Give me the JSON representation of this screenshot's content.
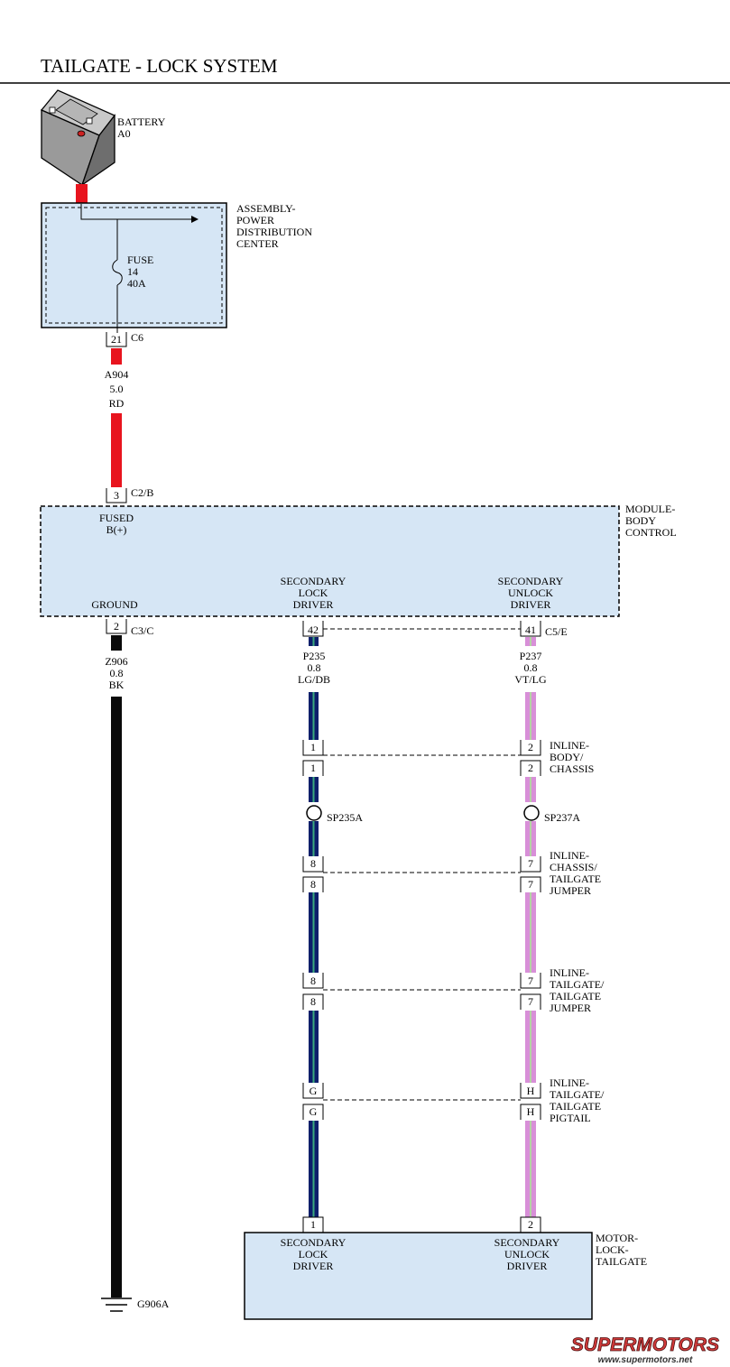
{
  "title": "TAILGATE - LOCK SYSTEM",
  "colors": {
    "box_fill": "#d6e6f5",
    "red_wire": "#e8141e",
    "black_wire": "#0a0a0a",
    "lgdb_dark": "#0d1f6b",
    "lgdb_light": "#3aa87e",
    "vtlg_violet": "#d88fd8",
    "vtlg_green": "#b4d2a4"
  },
  "battery": {
    "label1": "BATTERY",
    "label2": "A0"
  },
  "pdc": {
    "label": [
      "ASSEMBLY-",
      "POWER",
      "DISTRIBUTION",
      "CENTER"
    ],
    "fuse_label": [
      "FUSE",
      "14",
      "40A"
    ],
    "pin": "21",
    "connector": "C6"
  },
  "wire_a904": [
    "A904",
    "5.0",
    "RD"
  ],
  "bcm": {
    "in_pin": "3",
    "in_connector": "C2/B",
    "label": [
      "MODULE-",
      "BODY",
      "CONTROL"
    ],
    "fused_label": [
      "FUSED",
      "B(+)"
    ],
    "ground_label": "GROUND",
    "lock_label": [
      "SECONDARY",
      "LOCK",
      "DRIVER"
    ],
    "unlock_label": [
      "SECONDARY",
      "UNLOCK",
      "DRIVER"
    ],
    "ground_pin": "2",
    "ground_connector": "C3/C",
    "lock_pin": "42",
    "unlock_pin": "41",
    "c5_connector": "C5/E"
  },
  "wire_z906": [
    "Z906",
    "0.8",
    "BK"
  ],
  "wire_p235": [
    "P235",
    "0.8",
    "LG/DB"
  ],
  "wire_p237": [
    "P237",
    "0.8",
    "VT/LG"
  ],
  "inline1": {
    "left": "1",
    "right": "2",
    "label": [
      "INLINE-",
      "BODY/",
      "CHASSIS"
    ]
  },
  "splices": {
    "left": "SP235A",
    "right": "SP237A"
  },
  "inline2": {
    "left": "8",
    "right": "7",
    "label": [
      "INLINE-",
      "CHASSIS/",
      "TAILGATE",
      "JUMPER"
    ]
  },
  "inline3": {
    "left": "8",
    "right": "7",
    "label": [
      "INLINE-",
      "TAILGATE/",
      "TAILGATE",
      "JUMPER"
    ]
  },
  "inline4": {
    "left": "G",
    "right": "H",
    "label": [
      "INLINE-",
      "TAILGATE/",
      "TAILGATE",
      "PIGTAIL"
    ]
  },
  "motor": {
    "lock_pin": "1",
    "unlock_pin": "2",
    "label": [
      "MOTOR-",
      "LOCK-",
      "TAILGATE"
    ],
    "lock_label": [
      "SECONDARY",
      "LOCK",
      "DRIVER"
    ],
    "unlock_label": [
      "SECONDARY",
      "UNLOCK",
      "DRIVER"
    ]
  },
  "ground": "G906A",
  "watermark": {
    "brand": "SUPERMOTORS",
    "url": "www.supermotors.net"
  }
}
